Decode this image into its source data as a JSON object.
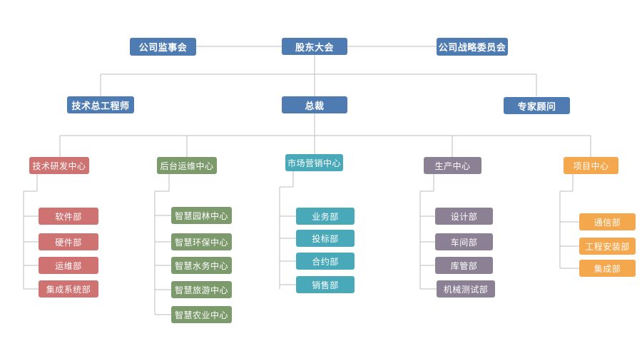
{
  "top": {
    "shareholders": "股东大会",
    "supervisory": "公司监事会",
    "strategy": "公司战略委员会"
  },
  "second": {
    "cto": "技术总工程师",
    "ceo": "总裁",
    "advisor": "专家顾问"
  },
  "centers": [
    {
      "name": "技术研发中心",
      "color": "#cf7272",
      "depts": [
        "软件部",
        "硬件部",
        "运维部",
        "集成系统部"
      ]
    },
    {
      "name": "后台运维中心",
      "color": "#7d9a6d",
      "depts": [
        "智慧园林中心",
        "智慧环保中心",
        "智慧水务中心",
        "智慧旅游中心",
        "智慧农业中心"
      ]
    },
    {
      "name": "市场营销中心",
      "color": "#4aa9b8",
      "depts": [
        "业务部",
        "投标部",
        "合约部",
        "销售部"
      ]
    },
    {
      "name": "生产中心",
      "color": "#8c8094",
      "depts": [
        "设计部",
        "车间部",
        "库管部",
        "机械测试部"
      ]
    },
    {
      "name": "项目中心",
      "color": "#f4a74d",
      "depts": [
        "通信部",
        "工程安装部",
        "集成部"
      ]
    }
  ],
  "colors": {
    "top": "#4f7bb3",
    "line": "#bdbdbd"
  }
}
